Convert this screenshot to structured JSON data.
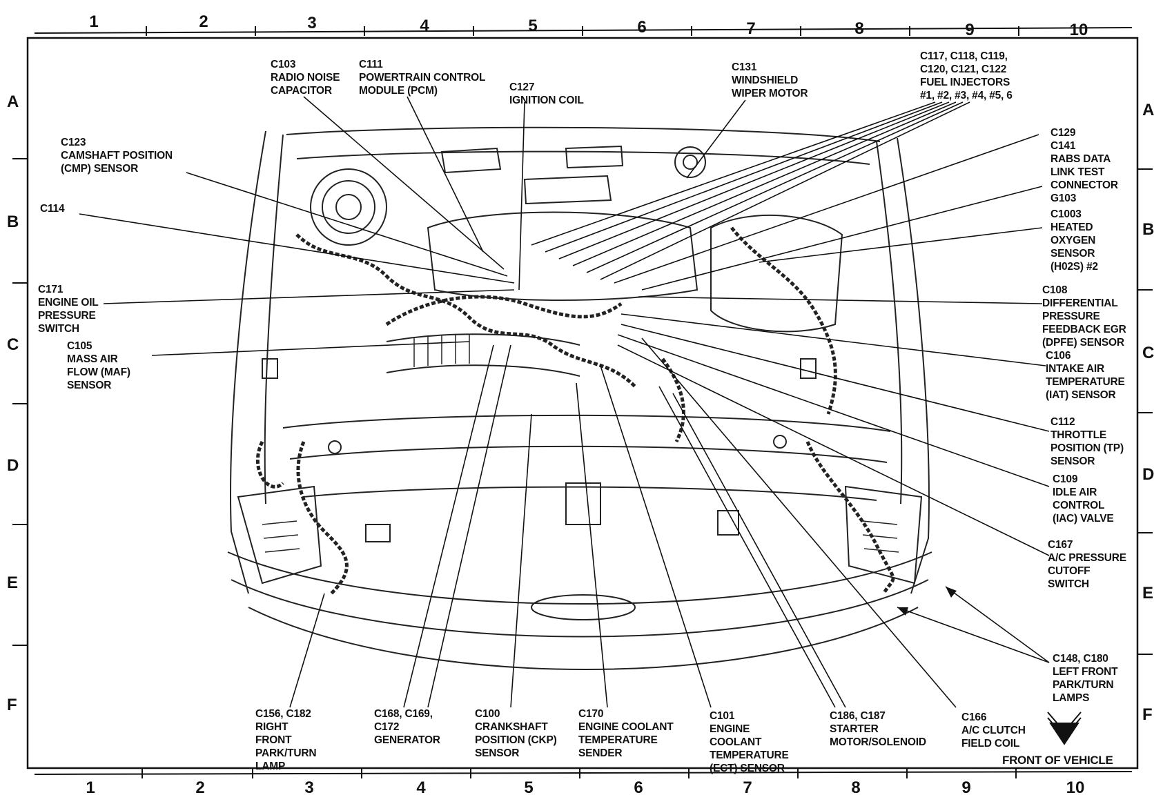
{
  "grid": {
    "columns": [
      "1",
      "2",
      "3",
      "4",
      "5",
      "6",
      "7",
      "8",
      "9",
      "10"
    ],
    "rows": [
      "A",
      "B",
      "C",
      "D",
      "E",
      "F"
    ]
  },
  "footer": {
    "front_of_vehicle": "FRONT OF VEHICLE"
  },
  "labels": {
    "c103": "C103\nRADIO NOISE\nCAPACITOR",
    "c111": "C111\nPOWERTRAIN CONTROL\nMODULE (PCM)",
    "c127": "C127\nIGNITION COIL",
    "c131": "C131\nWINDSHIELD\nWIPER MOTOR",
    "c117": "C117, C118, C119,\nC120, C121, C122\nFUEL INJECTORS\n#1, #2, #3, #4, #5, 6",
    "c123": "C123\nCAMSHAFT POSITION\n(CMP) SENSOR",
    "c114": "C114",
    "c171": "C171\nENGINE OIL\nPRESSURE\nSWITCH",
    "c105": "C105\nMASS AIR\nFLOW (MAF)\nSENSOR",
    "c129": "C129\nC141\nRABS DATA\nLINK TEST\nCONNECTOR\nG103",
    "c1003": "C1003\nHEATED\nOXYGEN\nSENSOR\n(H02S) #2",
    "c108": "C108\nDIFFERENTIAL\nPRESSURE\nFEEDBACK EGR\n(DPFE) SENSOR",
    "c106": "C106\nINTAKE AIR\nTEMPERATURE\n(IAT) SENSOR",
    "c112": "C112\nTHROTTLE\nPOSITION (TP)\nSENSOR",
    "c109": "C109\nIDLE AIR\nCONTROL\n(IAC) VALVE",
    "c167": "C167\nA/C PRESSURE\nCUTOFF\nSWITCH",
    "c148": "C148, C180\nLEFT FRONT\nPARK/TURN\nLAMPS",
    "c156": "C156, C182\nRIGHT\nFRONT\nPARK/TURN\nLAMP",
    "c168": "C168, C169,\nC172\nGENERATOR",
    "c100": "C100\nCRANKSHAFT\nPOSITION (CKP)\nSENSOR",
    "c170": "C170\nENGINE COOLANT\nTEMPERATURE\nSENDER",
    "c101": "C101\nENGINE\nCOOLANT\nTEMPERATURE\n(ECT) SENSOR",
    "c186": "C186, C187\nSTARTER\nMOTOR/SOLENOID",
    "c166": "C166\nA/C CLUTCH\nFIELD COIL"
  }
}
